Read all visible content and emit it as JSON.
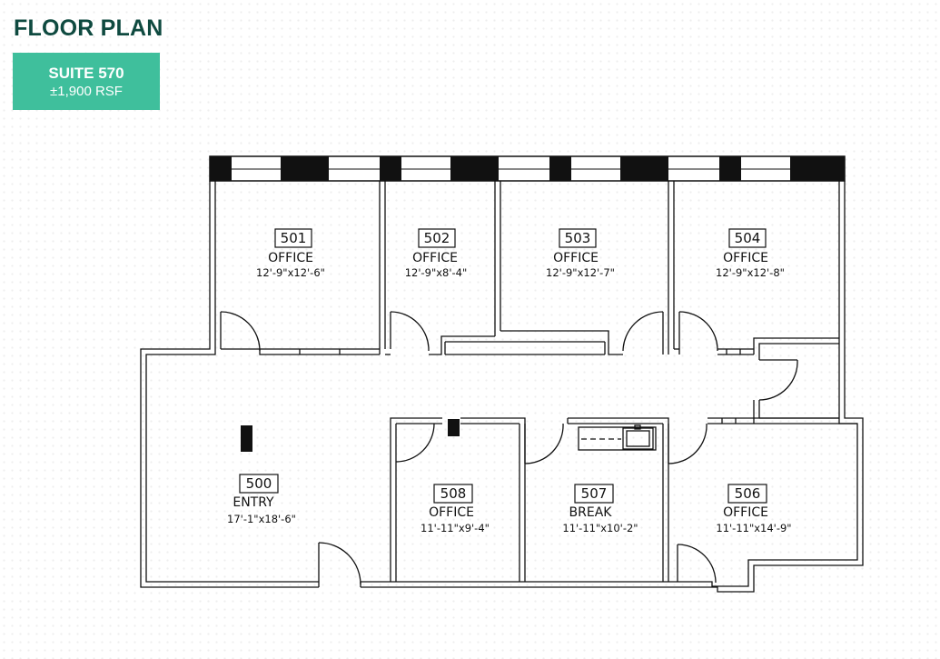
{
  "header": {
    "title": "FLOOR PLAN",
    "suite": "SUITE 570",
    "area": "±1,900 RSF"
  },
  "colors": {
    "title": "#0f4a40",
    "badge": "#3fbf9c",
    "walls": "#111111"
  },
  "rooms": [
    {
      "number": "501",
      "name": "OFFICE",
      "dims": "12'-9\"x12'-6\""
    },
    {
      "number": "502",
      "name": "OFFICE",
      "dims": "12'-9\"x8'-4\""
    },
    {
      "number": "503",
      "name": "OFFICE",
      "dims": "12'-9\"x12'-7\""
    },
    {
      "number": "504",
      "name": "OFFICE",
      "dims": "12'-9\"x12'-8\""
    },
    {
      "number": "500",
      "name": "ENTRY",
      "dims": "17'-1\"x18'-6\""
    },
    {
      "number": "508",
      "name": "OFFICE",
      "dims": "11'-11\"x9'-4\""
    },
    {
      "number": "507",
      "name": "BREAK",
      "dims": "11'-11\"x10'-2\""
    },
    {
      "number": "506",
      "name": "OFFICE",
      "dims": "11'-11\"x14'-9\""
    }
  ]
}
